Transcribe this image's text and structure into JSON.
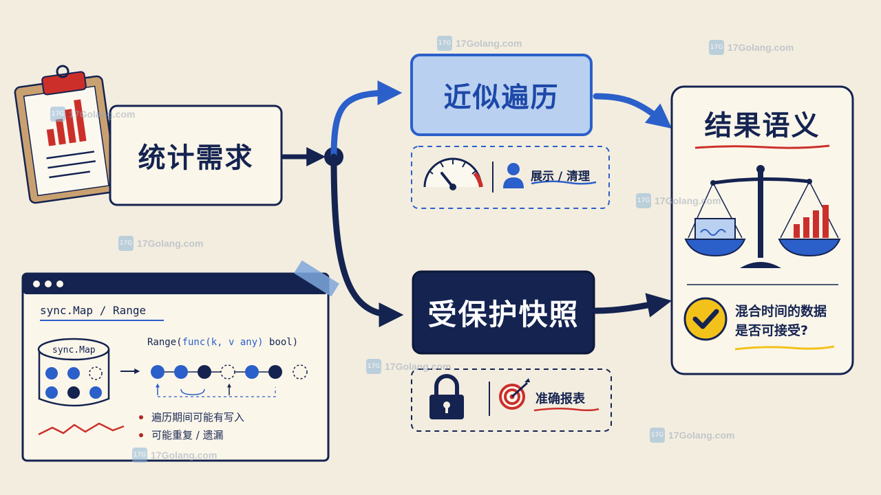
{
  "watermark": {
    "text": "17Golang.com",
    "icon_text": "17G"
  },
  "stats_need": {
    "label": "统计需求"
  },
  "approx": {
    "label": "近似遍历",
    "caption": "展示 / 清理"
  },
  "snapshot": {
    "label": "受保护快照",
    "caption": "准确报表"
  },
  "result": {
    "title": "结果语义",
    "question_line1": "混合时间的数据",
    "question_line2": "是否可接受?"
  },
  "code_panel": {
    "title": "sync.Map / Range",
    "db_label": "sync.Map",
    "signature_prefix": "Range(",
    "signature_func": "func(k, v any)",
    "signature_suffix": " bool)",
    "notes": [
      "遍历期间可能有写入",
      "可能重复 / 遗漏"
    ]
  },
  "colors": {
    "navy": "#142350",
    "blue": "#2b5fc9",
    "light_blue": "#b9d0f0",
    "red": "#c8302a",
    "yellow": "#f3c21a",
    "paper": "#f3ede0"
  }
}
